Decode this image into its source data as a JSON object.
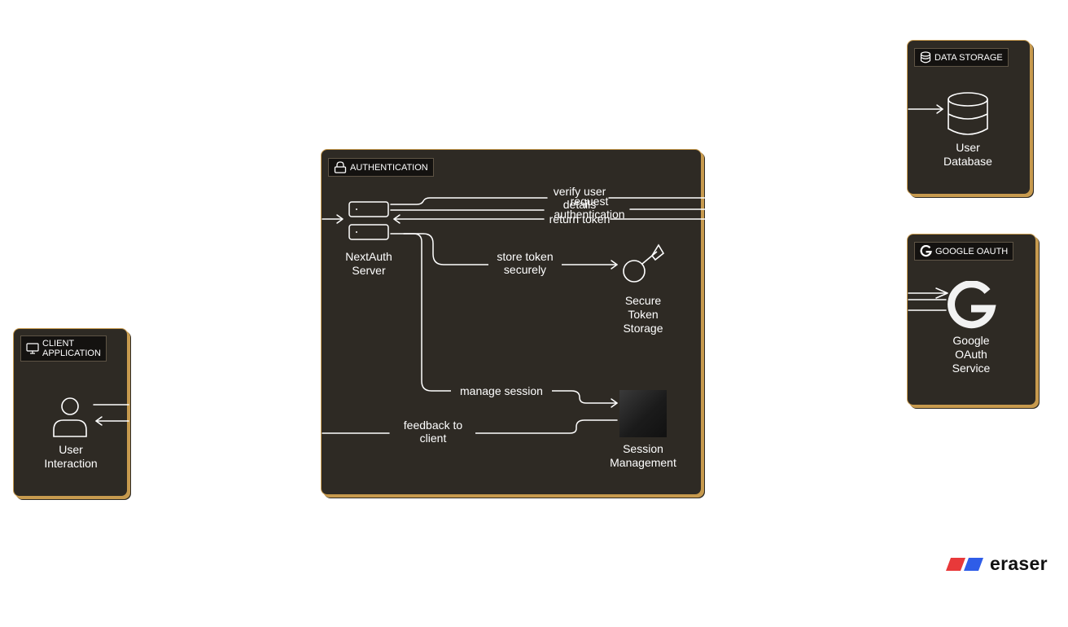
{
  "groups": {
    "client": {
      "label": "CLIENT\nAPPLICATION",
      "icon": "monitor-icon"
    },
    "auth": {
      "label": "AUTHENTICATION",
      "icon": "lock-icon"
    },
    "storage": {
      "label": "DATA STORAGE",
      "icon": "database-icon"
    },
    "google": {
      "label": "GOOGLE OAUTH",
      "icon": "google-icon"
    }
  },
  "nodes": {
    "user_interaction": {
      "label": "User\nInteraction",
      "icon": "user-icon"
    },
    "nextauth_server": {
      "label": "NextAuth\nServer",
      "icon": "server-icon"
    },
    "secure_token_storage": {
      "label": "Secure\nToken\nStorage",
      "icon": "key-icon"
    },
    "session_management": {
      "label": "Session\nManagement",
      "icon": "session-icon"
    },
    "user_database": {
      "label": "User\nDatabase",
      "icon": "database-icon"
    },
    "google_oauth_service": {
      "label": "Google\nOAuth\nService",
      "icon": "google-icon"
    }
  },
  "edges": {
    "request_authentication": "request\nauthentication",
    "verify_user_details": "verify user\ndetails",
    "return_token": "return token",
    "store_token": "store token\nsecurely",
    "manage_session": "manage session",
    "feedback": "feedback to\nclient"
  },
  "colors": {
    "canvas": "#ffffff",
    "node_fill": "#2e2a24",
    "node_border": "#c79a4e",
    "label_bg": "#141210",
    "line": "#ffffff",
    "logo_red": "#e8393a",
    "logo_blue": "#2f5de8"
  },
  "brand": {
    "logo_text": "eraser"
  }
}
